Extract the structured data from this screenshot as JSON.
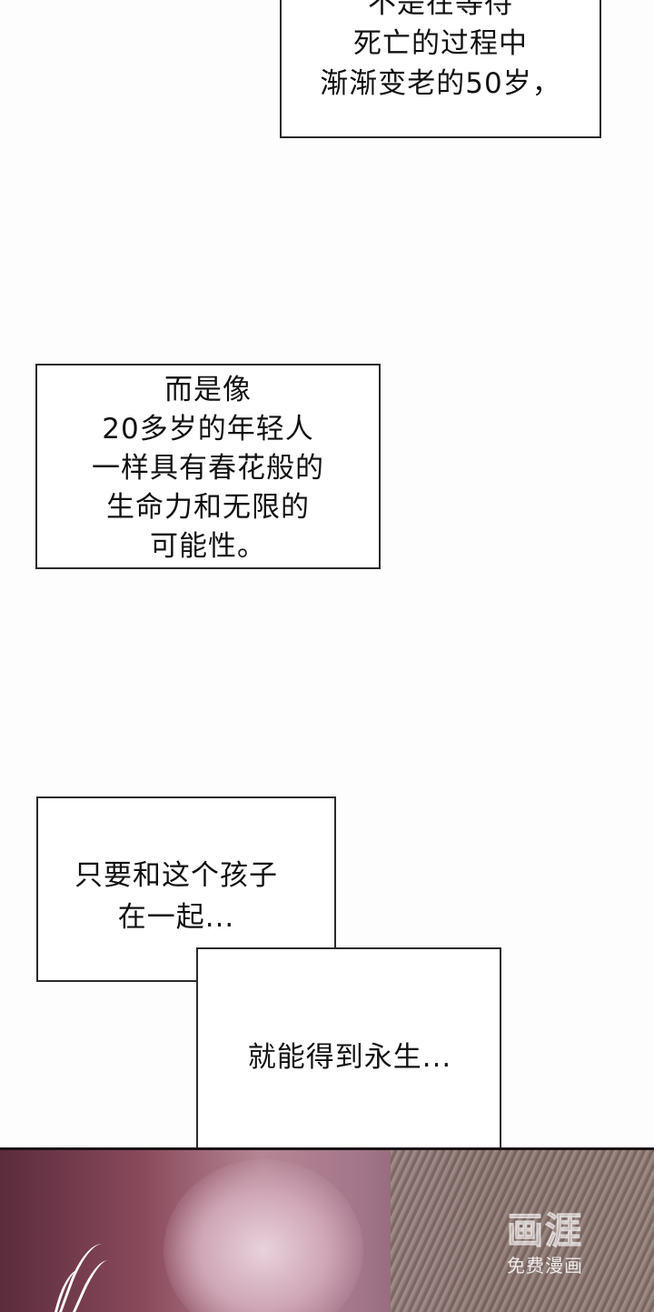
{
  "captions": {
    "box1": [
      "不是在等待",
      "死亡的过程中",
      "渐渐变老的50岁，"
    ],
    "box2": [
      "而是像",
      "20多岁的年轻人",
      "一样具有春花般的",
      "生命力和无限的",
      "可能性。"
    ],
    "box3": [
      "只要和这个孩子",
      "在一起..."
    ],
    "box4": [
      "就能得到永生..."
    ]
  },
  "watermark": {
    "main": "画涯",
    "sub": "免费漫画"
  }
}
